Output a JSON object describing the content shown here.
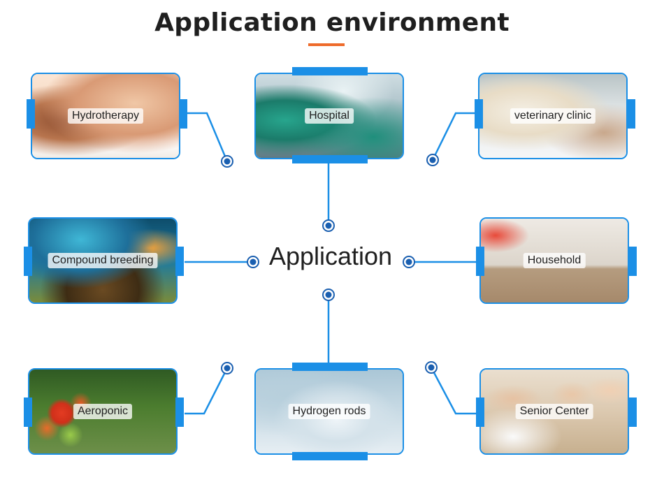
{
  "title": "Application environment",
  "center": "Application",
  "colors": {
    "accent": "#1b8fe6",
    "underline": "#ee6b2b",
    "node": "#1a5fb0"
  },
  "cards": [
    {
      "id": "hydrotherapy",
      "label": "Hydrotherapy",
      "icon": "spa-massage-photo"
    },
    {
      "id": "hospital",
      "label": "Hospital",
      "icon": "operating-room-photo"
    },
    {
      "id": "veterinary",
      "label": "veterinary clinic",
      "icon": "dog-patient-photo"
    },
    {
      "id": "compound",
      "label": "Compound breeding",
      "icon": "aquarium-fish-photo"
    },
    {
      "id": "household",
      "label": "Household",
      "icon": "kitchen-interior-photo"
    },
    {
      "id": "aeroponic",
      "label": "Aeroponic",
      "icon": "tomato-plant-photo"
    },
    {
      "id": "hydrogen",
      "label": "Hydrogen rods",
      "icon": "hydrogen-rod-water-photo"
    },
    {
      "id": "senior",
      "label": "Senior Center",
      "icon": "elderly-care-photo"
    }
  ]
}
